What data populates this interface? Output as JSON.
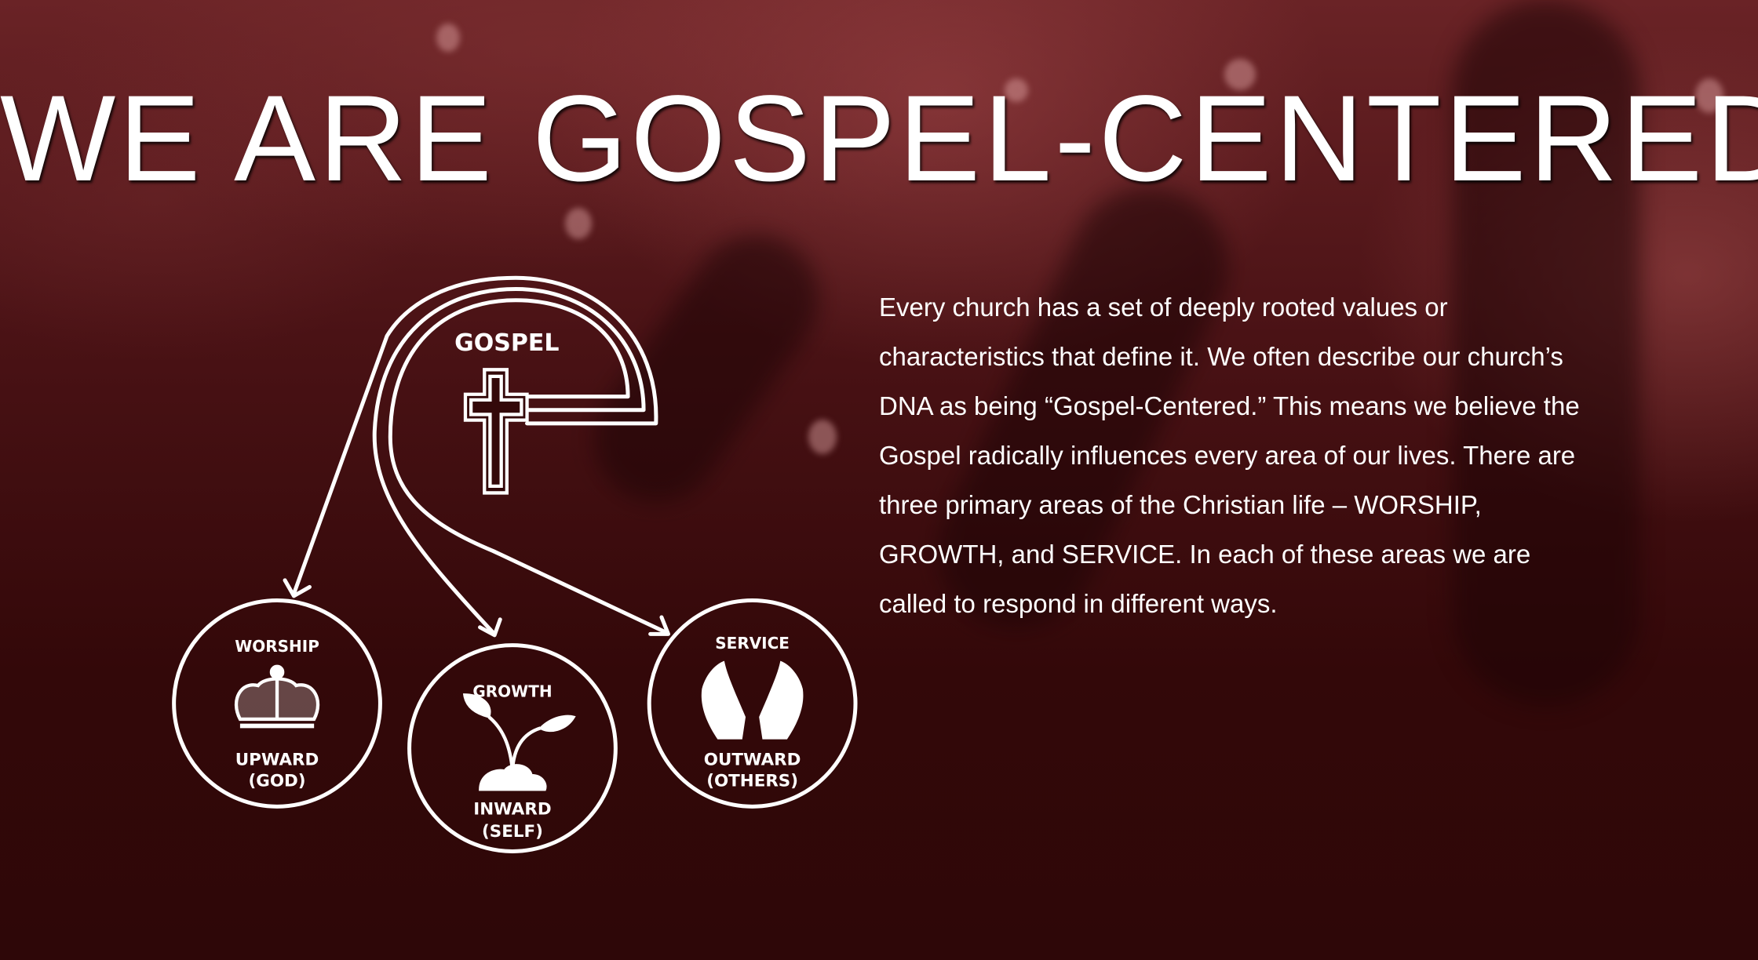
{
  "title": "WE ARE GOSPEL-CENTERED",
  "paragraph": "Every church has a set of deeply rooted values or characteristics that define it. We often describe our church’s DNA as being “Gospel-Centered.” This means we believe the Gospel radically influences every area of our lives. There are three primary areas of the Christian life – WORSHIP, GROWTH, and SERVICE. In each of these areas we are called to respond in different ways.",
  "diagram": {
    "center": {
      "label": "GOSPEL",
      "icon": "cross-icon"
    },
    "areas": [
      {
        "name": "WORSHIP",
        "direction": "UPWARD",
        "object": "(GOD)",
        "icon": "crown-icon"
      },
      {
        "name": "GROWTH",
        "direction": "INWARD",
        "object": "(SELF)",
        "icon": "sprout-icon"
      },
      {
        "name": "SERVICE",
        "direction": "OUTWARD",
        "object": "(OTHERS)",
        "icon": "open-hands-icon"
      }
    ]
  },
  "colors": {
    "background": "#330809",
    "text": "#ffffff"
  }
}
